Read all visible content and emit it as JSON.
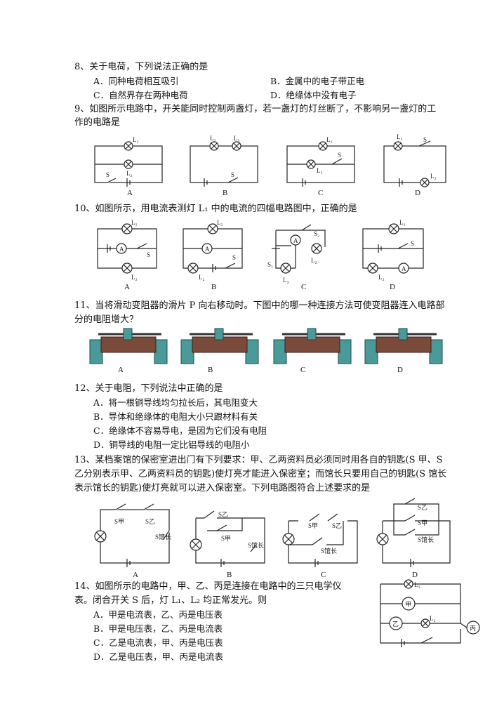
{
  "q8": {
    "stem": "8、关于电荷，下列说法正确的是",
    "options": [
      "A．同种电荷相互吸引",
      "B．金属中的电子带正电",
      "C．自然界存在两种电荷",
      "D．绝缘体中没有电子"
    ]
  },
  "q9": {
    "stem_line1": "9、如图所示电路中，开关能同时控制两盏灯，若一盏灯的灯丝断了，不影响另一盏灯的工",
    "stem_line2": "作的电路是",
    "figure_labels": [
      "A",
      "B",
      "C",
      "D"
    ]
  },
  "q10": {
    "stem": "10、如图所示，用电流表测灯 L₁ 中的电流的四幅电路图中，正确的是",
    "figure_labels": [
      "A",
      "B",
      "C",
      "D"
    ]
  },
  "q11": {
    "stem_line1": "11、当将滑动变阻器的滑片 P 向右移动时。下图中的哪一种连接方法可使变阻器连入电路部",
    "stem_line2": "分的电阻增大？",
    "figure_labels": [
      "A",
      "B",
      "C",
      "D"
    ]
  },
  "q12": {
    "stem": "12、关于电阻，下列说法中正确的是",
    "options": [
      "A．将一根铜导线均匀拉长后，其电阻变大",
      "B．导体和绝缘体的电阻大小只跟材料有关",
      "C．绝缘体不容易导电，是因为它们没有电阻",
      "D．铜导线的电阻一定比铝导线的电阻小"
    ]
  },
  "q13": {
    "stem_line1": "13、某档案馆的保密室进出门有下列要求：甲、乙两资料员必须同时用各自的钥匙(S 甲、S",
    "stem_line2": "乙分别表示甲、乙两资料员的钥匙)使灯亮才能进入保密室；而馆长只要用自己的钥匙(S 馆长",
    "stem_line3": "表示馆长的钥匙)使灯亮就可以进入保密室。下列电路图符合上述要求的是",
    "figure_labels": [
      "A",
      "B",
      "C",
      "D"
    ]
  },
  "q14": {
    "stem_line1": "14、如图所示的电路中，甲、乙、丙是连接在电路中的三只电学仪",
    "stem_line2": "表。闭合开关 S 后，灯 L₁、L₂ 均正常发光。则",
    "options": [
      "A．甲是电流表，乙、丙是电压表",
      "B．甲是电压表，乙、丙是电流表",
      "C．乙是电流表，甲、丙是电压表",
      "D．乙是电压表，甲、丙是电流表"
    ],
    "meter_labels": [
      "甲",
      "乙",
      "丙"
    ]
  }
}
